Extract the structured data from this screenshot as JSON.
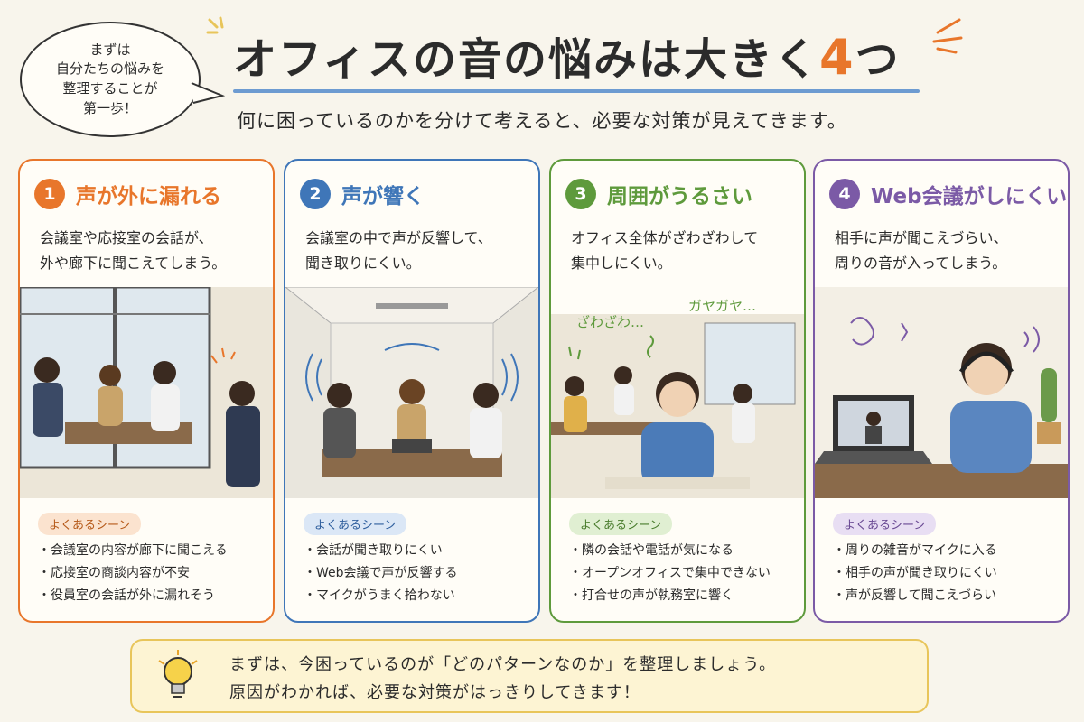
{
  "bubble": {
    "line1": "まずは",
    "line2": "自分たちの悩みを",
    "line3": "整理することが",
    "line4": "第一歩！"
  },
  "header": {
    "title_main": "オフィスの音の悩みは大きく",
    "title_num": "4",
    "title_suffix": "つ",
    "subtitle": "何に困っているのかを分けて考えると、必要な対策が見えてきます。"
  },
  "scene_label": "よくあるシーン",
  "cards": [
    {
      "num": "1",
      "title": "声が外に漏れる",
      "desc1": "会議室や応接室の会話が、",
      "desc2": "外や廊下に聞こえてしまう。",
      "scenes": [
        "会議室の内容が廊下に聞こえる",
        "応接室の商談内容が不安",
        "役員室の会話が外に漏れそう"
      ]
    },
    {
      "num": "2",
      "title": "声が響く",
      "desc1": "会議室の中で声が反響して、",
      "desc2": "聞き取りにくい。",
      "scenes": [
        "会話が聞き取りにくい",
        "Web会議で声が反響する",
        "マイクがうまく拾わない"
      ]
    },
    {
      "num": "3",
      "title": "周囲がうるさい",
      "desc1": "オフィス全体がざわざわして",
      "desc2": "集中しにくい。",
      "noise1": "ざわざわ…",
      "noise2": "ガヤガヤ…",
      "scenes": [
        "隣の会話や電話が気になる",
        "オープンオフィスで集中できない",
        "打合せの声が執務室に響く"
      ]
    },
    {
      "num": "4",
      "title": "Web会議がしにくい",
      "desc1": "相手に声が聞こえづらい、",
      "desc2": "周りの音が入ってしまう。",
      "scenes": [
        "周りの雑音がマイクに入る",
        "相手の声が聞き取りにくい",
        "声が反響して聞こえづらい"
      ]
    }
  ],
  "footer": {
    "line1": "まずは、今困っているのが「どのパターンなのか」を整理しましょう。",
    "line2": "原因がわかれば、必要な対策がはっきりしてきます！"
  },
  "colors": {
    "orange": "#e8762b",
    "blue": "#3f76b8",
    "green": "#5e9a3c",
    "purple": "#7b5aa6"
  }
}
